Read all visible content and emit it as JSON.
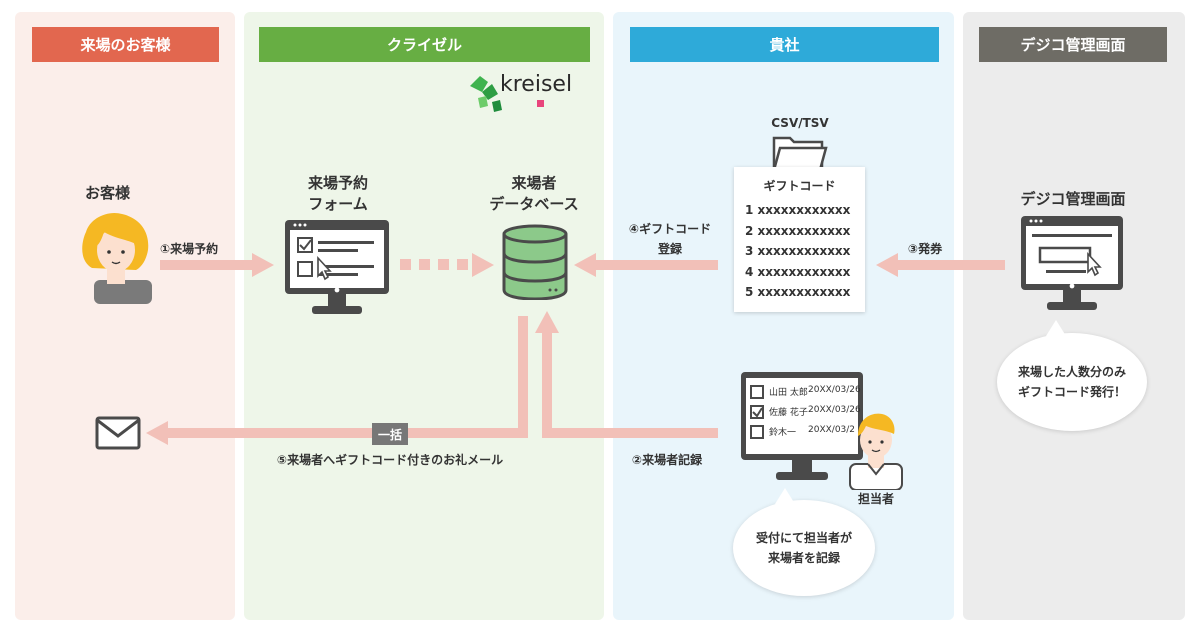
{
  "lanes": {
    "customer": "来場のお客様",
    "kreisel": "クライゼル",
    "company": "貴社",
    "digico": "デジコ管理画面"
  },
  "logo": {
    "text": "kreisel"
  },
  "nodes": {
    "customer": "お客様",
    "form_line1": "来場予約",
    "form_line2": "フォーム",
    "db_line1": "来場者",
    "db_line2": "データベース",
    "digico": "デジコ管理画面",
    "staff": "担当者",
    "csv": "CSV/TSV"
  },
  "steps": {
    "s1": "①来場予約",
    "s2": "②来場者記録",
    "s3": "③発券",
    "s4_line1": "④ギフトコード",
    "s4_line2": "登録",
    "s5": "⑤来場者へギフトコード付きのお礼メール",
    "bulk": "一括"
  },
  "gift_card": {
    "title": "ギフトコード",
    "codes": [
      "1 xxxxxxxxxxxx",
      "2 xxxxxxxxxxxx",
      "3 xxxxxxxxxxxx",
      "4 xxxxxxxxxxxx",
      "5 xxxxxxxxxxxx"
    ]
  },
  "records": [
    {
      "name": "山田 太郎",
      "date": "20XX/03/26"
    },
    {
      "name": "佐藤 花子",
      "date": "20XX/03/26"
    },
    {
      "name": "鈴木一",
      "date": "20XX/03/2"
    }
  ],
  "bubbles": {
    "digico_line1": "来場した人数分のみ",
    "digico_line2": "ギフトコード発行！",
    "staff_line1": "受付にて担当者が",
    "staff_line2": "来場者を記録"
  },
  "colors": {
    "customer": "#e2674f",
    "kreisel": "#67ae43",
    "company": "#2eaad9",
    "digico": "#6e6c65",
    "arrow": "#f2c0b8"
  }
}
